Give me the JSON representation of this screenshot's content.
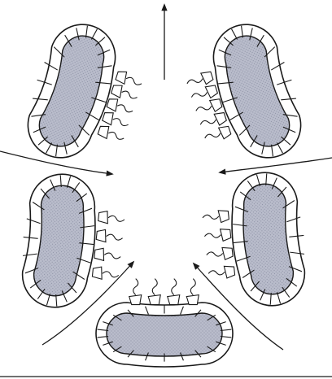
{
  "colors": {
    "outline": "#1a1a1a",
    "wall_fill": "#ffffff",
    "cavity_fill": "#b9bccb",
    "background": "#ffffff"
  },
  "diagram": {
    "chamber_count": 5,
    "central_outflow_count": 1,
    "inflow_arrow_count": 4,
    "ciliated_sides": "inner"
  }
}
